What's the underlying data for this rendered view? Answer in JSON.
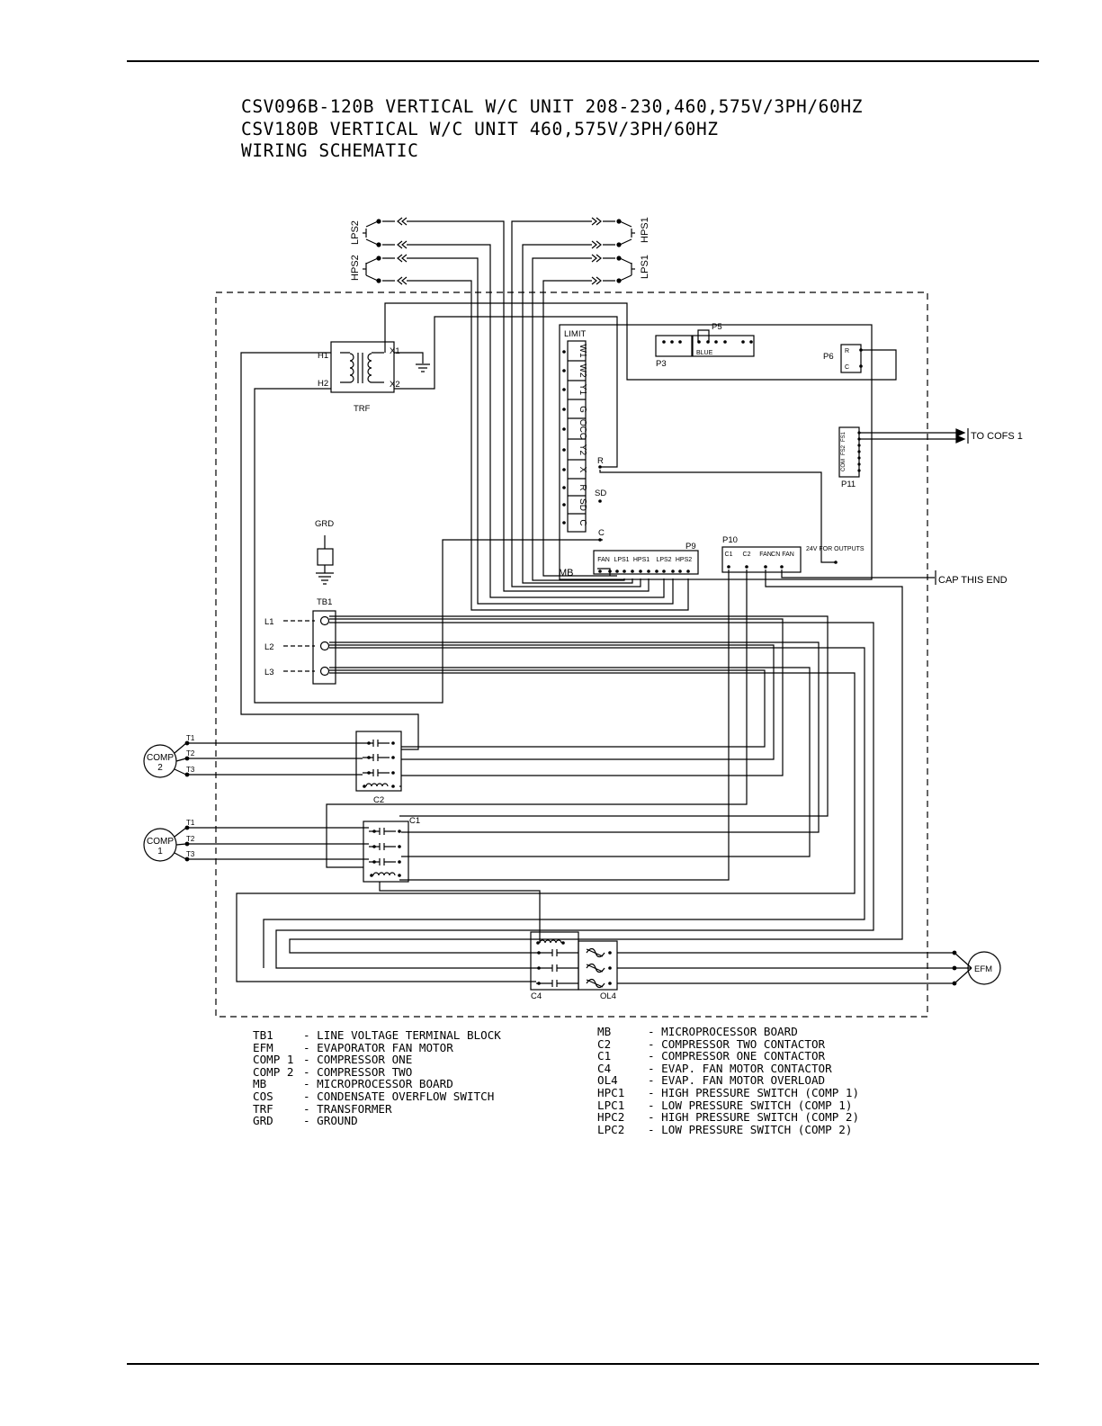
{
  "title": {
    "line1": "CSV096B-120B VERTICAL W/C UNIT 208-230,460,575V/3PH/60HZ",
    "line2": "CSV180B VERTICAL W/C UNIT 460,575V/3PH/60HZ",
    "line3": "WIRING SCHEMATIC"
  },
  "labels": {
    "lps2": "LPS2",
    "hps2": "HPS2",
    "hps1": "HPS1",
    "lps1": "LPS1",
    "h1": "H1",
    "h2": "H2",
    "x1": "X1",
    "x2": "X2",
    "trf": "TRF",
    "limit": "LIMIT",
    "tstat": [
      "W1",
      "W2",
      "Y1",
      "G",
      "OCC",
      "Y2",
      "X",
      "R",
      "SD",
      "C"
    ],
    "p3": "P3",
    "p5": "P5",
    "blue": "BLUE",
    "p6": "P6",
    "p6_r": "R",
    "p6_c": "C",
    "p11": "P11",
    "p11_fs1": "FS1",
    "p11_fs2": "FS2",
    "p11_com": "COM",
    "to_cofs": "TO COFS 1",
    "r": "R",
    "sd": "SD",
    "c": "C",
    "p9": "P9",
    "p9_pins": [
      "FAN",
      "LPS1",
      "HPS1",
      "LPS2",
      "HPS2"
    ],
    "mb": "MB",
    "p10": "P10",
    "p10_pins": [
      "C1",
      "C2",
      "FAN",
      "CN FAN"
    ],
    "outputs": "24V FOR OUTPUTS",
    "cap": "CAP THIS END",
    "grd": "GRD",
    "tb1": "TB1",
    "l1": "L1",
    "l2": "L2",
    "l3": "L3",
    "t1": "T1",
    "t2": "T2",
    "t3": "T3",
    "comp": "COMP",
    "comp2_num": "2",
    "comp1_num": "1",
    "c1": "C1",
    "c2": "C2",
    "c4": "C4",
    "ol4": "OL4",
    "efm": "EFM"
  },
  "legend_left": [
    {
      "abbr": "TB1",
      "desc": "- LINE VOLTAGE TERMINAL BLOCK"
    },
    {
      "abbr": "EFM",
      "desc": "- EVAPORATOR FAN MOTOR"
    },
    {
      "abbr": "COMP 1",
      "desc": "- COMPRESSOR ONE"
    },
    {
      "abbr": "COMP 2",
      "desc": "- COMPRESSOR TWO"
    },
    {
      "abbr": "MB",
      "desc": "- MICROPROCESSOR BOARD"
    },
    {
      "abbr": "COS",
      "desc": "- CONDENSATE OVERFLOW SWITCH"
    },
    {
      "abbr": "TRF",
      "desc": "- TRANSFORMER"
    },
    {
      "abbr": "GRD",
      "desc": "- GROUND"
    }
  ],
  "legend_right": [
    {
      "abbr": "MB",
      "desc": "- MICROPROCESSOR BOARD"
    },
    {
      "abbr": "C2",
      "desc": "- COMPRESSOR TWO CONTACTOR"
    },
    {
      "abbr": "C1",
      "desc": "- COMPRESSOR ONE CONTACTOR"
    },
    {
      "abbr": "C4",
      "desc": "- EVAP. FAN MOTOR CONTACTOR"
    },
    {
      "abbr": "OL4",
      "desc": "- EVAP. FAN MOTOR OVERLOAD"
    },
    {
      "abbr": "HPC1",
      "desc": "- HIGH PRESSURE SWITCH (COMP 1)"
    },
    {
      "abbr": "LPC1",
      "desc": "- LOW PRESSURE SWITCH (COMP 1)"
    },
    {
      "abbr": "HPC2",
      "desc": "- HIGH PRESSURE SWITCH (COMP 2)"
    },
    {
      "abbr": "LPC2",
      "desc": "- LOW PRESSURE SWITCH (COMP 2)"
    }
  ]
}
